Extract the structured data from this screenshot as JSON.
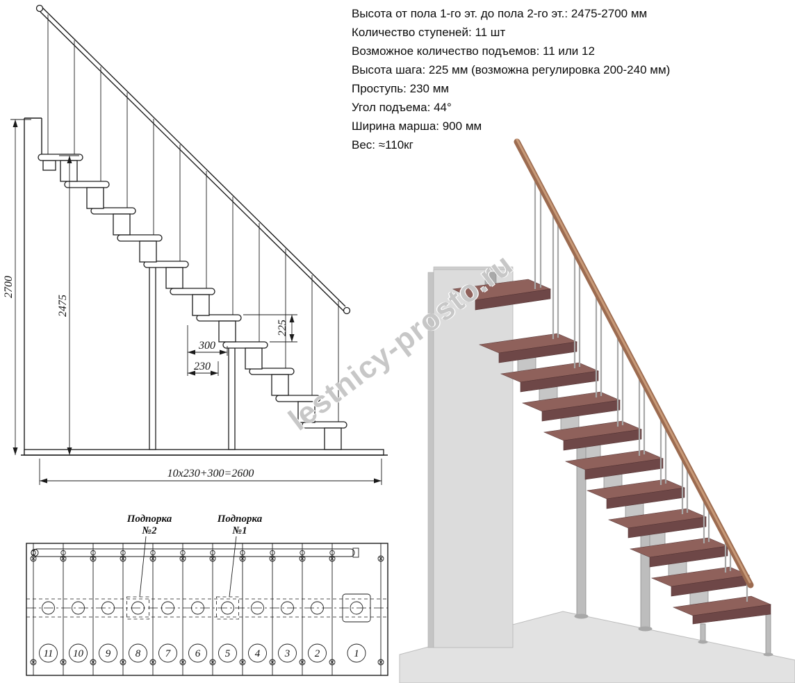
{
  "specs": {
    "lines": [
      "Высота от пола 1-го эт. до пола 2-го эт.: 2475-2700 мм",
      "Количество ступеней: 11 шт",
      "Возможное количество подъемов: 11 или 12",
      "Высота шага: 225 мм (возможна регулировка 200-240 мм)",
      "Проступь: 230 мм",
      "Угол подъема: 44°",
      "Ширина марша: 900 мм",
      "Вес: ≈110кг"
    ]
  },
  "side_view": {
    "dims": {
      "total_height": "2700",
      "stair_height": "2475",
      "rise": "225",
      "module_run": "300",
      "tread_run": "230",
      "total_run_formula": "10x230+300=2600"
    }
  },
  "plan_view": {
    "support_label_2": {
      "line1": "Подпорка",
      "line2": "№2"
    },
    "support_label_1": {
      "line1": "Подпорка",
      "line2": "№1"
    },
    "step_numbers": [
      "11",
      "10",
      "9",
      "8",
      "7",
      "6",
      "5",
      "4",
      "3",
      "2",
      "1"
    ]
  },
  "render": {
    "colors": {
      "wood": "#8f615b",
      "metal": "#bdbdbd",
      "wall": "#dcdcdc"
    }
  },
  "watermark": {
    "text": "lestnicy-prosto.ru"
  }
}
